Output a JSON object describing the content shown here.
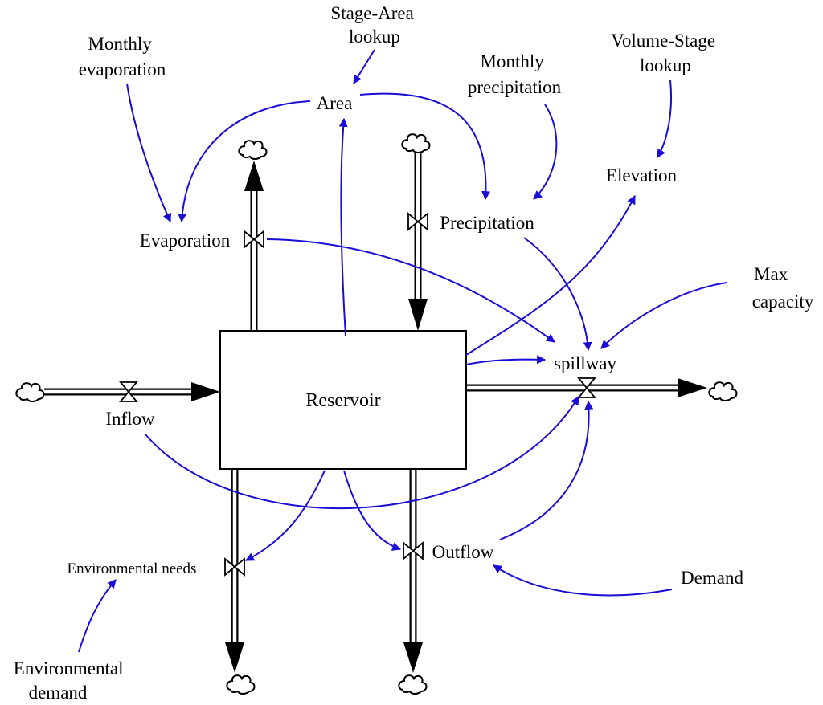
{
  "diagram": {
    "stock": {
      "label": "Reservoir"
    },
    "labels": {
      "stage_area_lookup": [
        "Stage-Area",
        "lookup"
      ],
      "monthly_evaporation": [
        "Monthly",
        "evaporation"
      ],
      "area": "Area",
      "monthly_precipitation": [
        "Monthly",
        "precipitation"
      ],
      "volume_stage_lookup": [
        "Volume-Stage",
        "lookup"
      ],
      "elevation": "Elevation",
      "evaporation": "Evaporation",
      "precipitation": "Precipitation",
      "max_capacity": [
        "Max",
        "capacity"
      ],
      "spillway": "spillway",
      "inflow": "Inflow",
      "environmental_needs": "Environmental needs",
      "outflow": "Outflow",
      "demand": "Demand",
      "environmental_demand": [
        "Environmental",
        "demand"
      ]
    },
    "colors": {
      "link": "#1a0dd6",
      "flow": "#000000",
      "background": "#ffffff"
    }
  }
}
